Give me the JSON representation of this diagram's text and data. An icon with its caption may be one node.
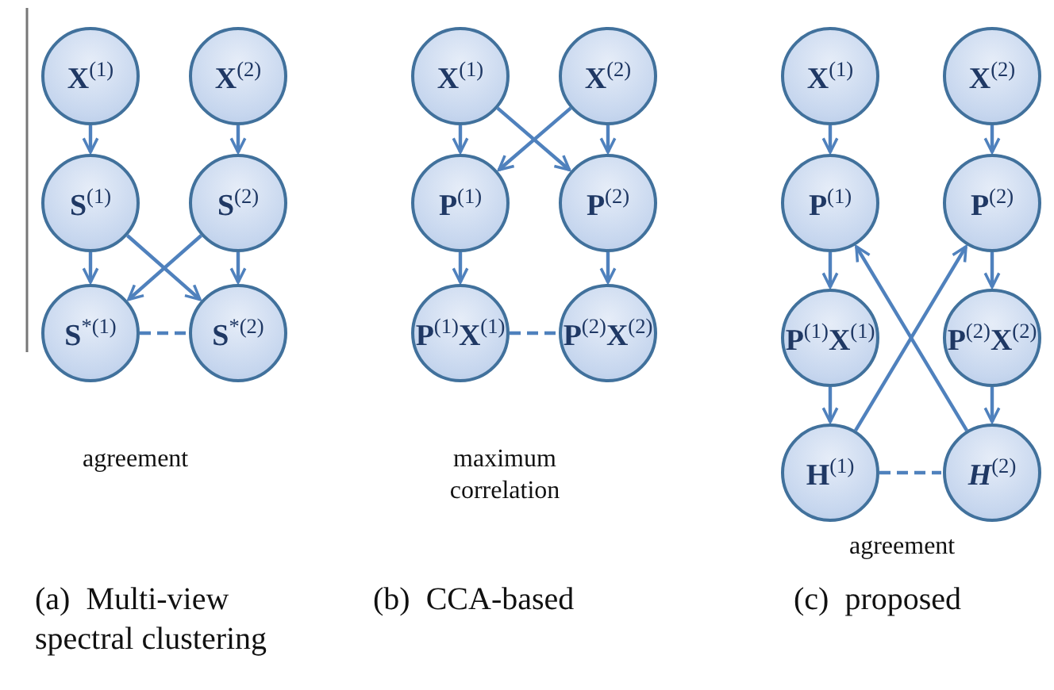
{
  "diagram": {
    "nodes": [
      {
        "text": [
          "X$^{(1)}$"
        ]
      },
      {
        "text": [
          "X$^{(2)}$"
        ]
      },
      {
        "text": [
          "S$^{(1)}$"
        ]
      },
      {
        "text": [
          "S$^{(2)}$"
        ]
      },
      {
        "text": [
          "S$^{*(1)}$"
        ]
      },
      {
        "text": [
          "S$^{*(2)}$"
        ]
      },
      {
        "text": [
          "X$^{(1)}$"
        ]
      },
      {
        "text": [
          "X$^{(2)}$"
        ]
      },
      {
        "text": [
          "P$^{(1)}$"
        ]
      },
      {
        "text": [
          "P$^{(2)}$"
        ]
      },
      {
        "text": [
          "P$^{(1)}$X$^{(1)}$"
        ]
      },
      {
        "text": [
          "P$^{(2)}$X$^{(2)}$"
        ]
      },
      {
        "text": [
          "X$^{(1)}$"
        ]
      },
      {
        "text": [
          "X$^{(2)}$"
        ]
      },
      {
        "text": [
          "P$^{(1)}$"
        ]
      },
      {
        "text": [
          "P$^{(2)}$"
        ]
      },
      {
        "text": [
          "P$^{(1)}$X$^{(1)}$"
        ]
      },
      {
        "text": [
          "P$^{(2)}$X$^{(2)}$"
        ]
      },
      {
        "text": [
          "H$^{(1)}$"
        ]
      },
      {
        "text": [
          "*H*$^{(2)}$"
        ]
      }
    ],
    "edges": [
      {
        "from": 0,
        "to": 2,
        "arrow": "to"
      },
      {
        "from": 1,
        "to": 3,
        "arrow": "to"
      },
      {
        "from": 2,
        "to": 4,
        "arrow": "to"
      },
      {
        "from": 2,
        "to": 5,
        "arrow": "to"
      },
      {
        "from": 3,
        "to": 4,
        "arrow": "to"
      },
      {
        "from": 3,
        "to": 5,
        "arrow": "to"
      },
      {
        "from": 4,
        "to": 5,
        "arrow": "none",
        "style": "dashed"
      },
      {
        "from": 6,
        "to": 8,
        "arrow": "to"
      },
      {
        "from": 6,
        "to": 9,
        "arrow": "to"
      },
      {
        "from": 7,
        "to": 8,
        "arrow": "to"
      },
      {
        "from": 7,
        "to": 9,
        "arrow": "to"
      },
      {
        "from": 8,
        "to": 10,
        "arrow": "to"
      },
      {
        "from": 9,
        "to": 11,
        "arrow": "to"
      },
      {
        "from": 10,
        "to": 11,
        "arrow": "none",
        "style": "dashed"
      },
      {
        "from": 12,
        "to": 14,
        "arrow": "to"
      },
      {
        "from": 13,
        "to": 15,
        "arrow": "to"
      },
      {
        "from": 14,
        "to": 16,
        "arrow": "to"
      },
      {
        "from": 15,
        "to": 17,
        "arrow": "to"
      },
      {
        "from": 16,
        "to": 18,
        "arrow": "to"
      },
      {
        "from": 17,
        "to": 19,
        "arrow": "to"
      },
      {
        "from": 18,
        "to": 15,
        "arrow": "to"
      },
      {
        "from": 19,
        "to": 14,
        "arrow": "to"
      },
      {
        "from": 18,
        "to": 19,
        "arrow": "none",
        "style": "dashed"
      }
    ],
    "labels": [
      "agreement",
      "maximum correlation",
      "agreement",
      "(a)  Multi-view spectral clustering",
      "(b)  CCA-based",
      "(c)  proposed"
    ]
  }
}
